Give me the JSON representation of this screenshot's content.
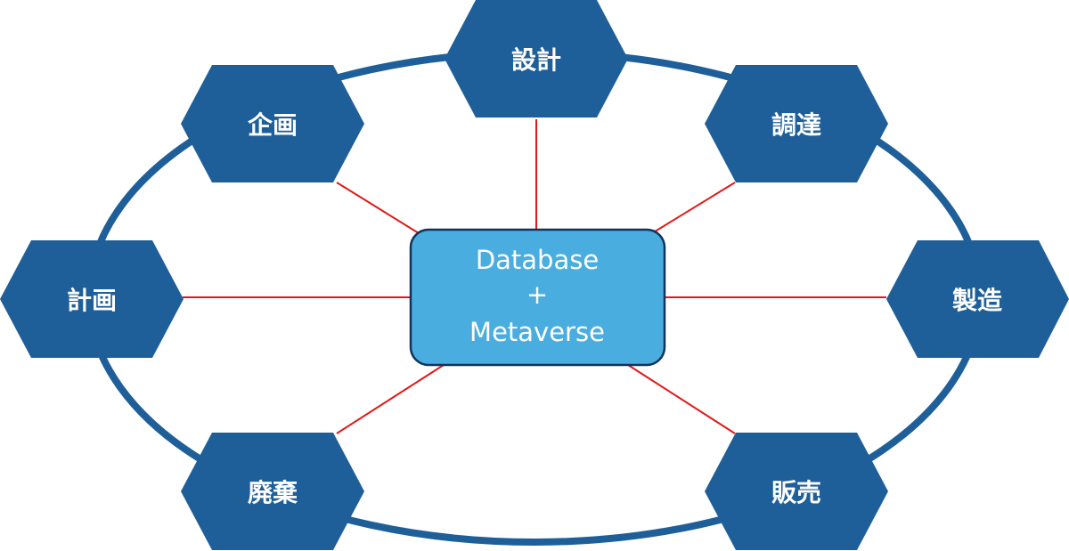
{
  "diagram": {
    "center": {
      "line1": "Database",
      "line2": "+",
      "line3": "Metaverse"
    },
    "stages": [
      {
        "key": "sekkei",
        "label": "設計"
      },
      {
        "key": "chotatsu",
        "label": "調達"
      },
      {
        "key": "seizo",
        "label": "製造"
      },
      {
        "key": "hanbai",
        "label": "販売"
      },
      {
        "key": "haiki",
        "label": "廃棄"
      },
      {
        "key": "keikaku",
        "label": "計画"
      },
      {
        "key": "kikaku",
        "label": "企画"
      }
    ],
    "colors": {
      "hexagon": "#1f5f99",
      "ring": "#1f5f99",
      "connector": "#e11919",
      "center_fill": "#49ade0",
      "center_border": "#10345a",
      "label_text": "#ffffff"
    }
  }
}
